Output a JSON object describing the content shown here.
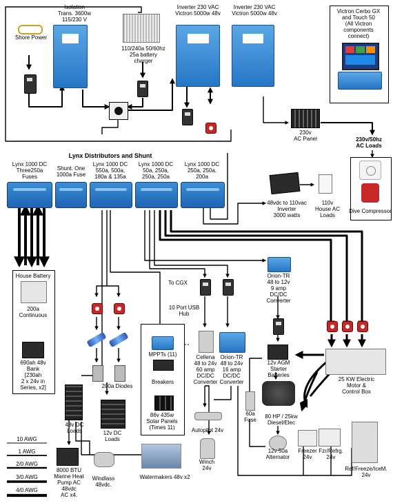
{
  "labels": {
    "shore_power": "Shore Power",
    "isolation": "Isolation\nTrans. 3600w\n115/230 V",
    "charger": "110/240a 50/60hz\n25a battery\ncharger",
    "inverter1": "Inverter 230 VAC\nVictron  5000w 48v",
    "inverter2": "Inverter 230 VAC\nVictron  5000w 48v",
    "cerbo": "Victron Cerbo GX\nand Touch 50\n(All Victron\ncomponents\nconnect)",
    "ac_panel": "230v\nAC Panel",
    "ac_loads": "230v/50hz\nAC Loads",
    "dive_compressor": "Dive Compressor",
    "lynx_title": "Lynx Distributors and Shunt",
    "lynx1": "Lynx 1000 DC\nThree250a\nFuses",
    "lynx2": "Shunt. One\n1000a Fuse",
    "lynx3": "Lynx 1000 DC\n550a, 500a,\n180a & 135a",
    "lynx4": "Lynx 1000 DC\n50a, 250a,\n250a, 250a",
    "lynx5": "Lynx 1000 DC\n250a, 250a,\n200a",
    "inverter_110": "48vdc to 110vac\nInverter\n3000 watts",
    "house_ac": "110v\nHouse AC\nLoads",
    "house_battery": "House Battery",
    "continuous": "200a\nContinuous",
    "bank": "690ah 48v\nBank\n[230ah\n2 x 24v in\nSeries, x2]",
    "to_cgx": "To CGX",
    "usb_hub": "10 Port USB\nHub",
    "mppts": "MPPTs (11)",
    "breakers": "Breakers",
    "solar": "86v 435w\nSolar Panels\n(Times 11)",
    "diodes": "200a Diodes",
    "dc_loads_12": "12v DC\nLoads",
    "dc_loads_48": "48v DC\nLoads",
    "cellena": "Cellena\n48 to 24v\n60 amp\nDC/DC\nConverter",
    "orion_16": "Orion-TR\n48 to 24v\n16 amp\nDC/DC\nConverter",
    "orion_9": "Orion-TR\n48 to 12v\n9 amp\nDC/DC\nConverter",
    "starter": "12v AGM\nStarter\nBatteries",
    "electric_motor": "25 KW Electric\nMotor &\nControl Box",
    "diesel": "80 HP / 25kw\nDiesel/Elec",
    "fuse_60": "60a\nFuse",
    "alternator": "12v 50a\nAlternator",
    "autopilot": "Autopilot 24v",
    "winch": "Winch\n24v",
    "watermakers": "Watermakers 48v x2",
    "marine_ac": "8000 BTU\nMarine Heat\nPump AC\n48vdc\nAC x4.",
    "windlass": "Windlass\n48vdc.",
    "freezer": "Freezer\n24v",
    "fzr_refrg": "Fzr/Refrg.\n24v",
    "ref_freeze": "Ref/Freeze/IceM.\n24v"
  },
  "awg_legend": [
    {
      "label": "10 AWG",
      "weight": 1
    },
    {
      "label": "1 AWG",
      "weight": 2
    },
    {
      "label": "2/0 AWG",
      "weight": 3
    },
    {
      "label": "3/0 AWG",
      "weight": 4
    },
    {
      "label": "4/0 AWG",
      "weight": 5
    }
  ]
}
